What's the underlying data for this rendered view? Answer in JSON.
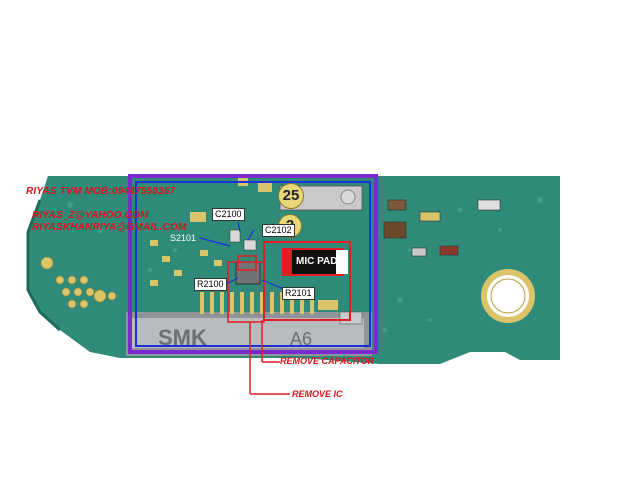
{
  "credits": {
    "line1": "RIYAS TVM MOB:09447558367",
    "line2": "RIYAS_Z@YAHOO.COM",
    "line3": "RIYASKHANRIYA@GMAIL.COM"
  },
  "components": {
    "c2100": "C2100",
    "c2102": "C2102",
    "r2100": "R2100",
    "r2101": "R2101",
    "s2101": "S2101",
    "mic_pad": "MIC PAD"
  },
  "board_marks": {
    "badge_25": "25",
    "badge_2": "2",
    "connector_smk": "SMK",
    "connector_num": "A6"
  },
  "annotations": {
    "remove_capacitor": "REMOVE CAPACITOR",
    "remove_ic": "REMOVE IC"
  },
  "colors": {
    "pcb": "#2f8a7a",
    "outline_purple": "#7a2ad0",
    "outline_blue": "#1b2fd8",
    "annotation_red": "#d4161b",
    "pad_gold": "#d9c46a"
  }
}
